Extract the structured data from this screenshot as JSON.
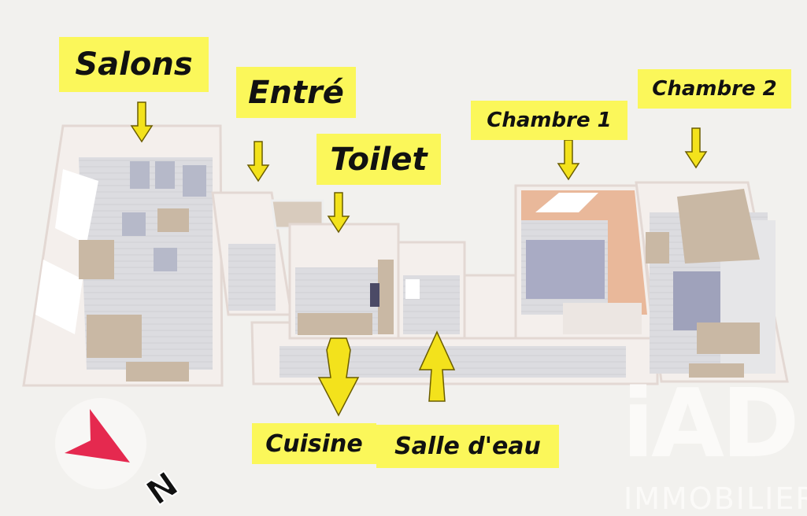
{
  "labels": {
    "salons": "Salons",
    "entre": "Entré",
    "toilet": "Toilet",
    "chambre1": "Chambre 1",
    "chambre2": "Chambre 2",
    "cuisine": "Cuisine",
    "salle_eau": "Salle d'eau"
  },
  "compass": {
    "letter": "N"
  },
  "watermark": {
    "logo": "iAD",
    "subtitle": "IMMOBILIER"
  },
  "colors": {
    "label_bg": "#fbf75a",
    "arrow": "#f3e21c",
    "compass": "#e5294f",
    "accent_wall": "#e9b89a"
  }
}
